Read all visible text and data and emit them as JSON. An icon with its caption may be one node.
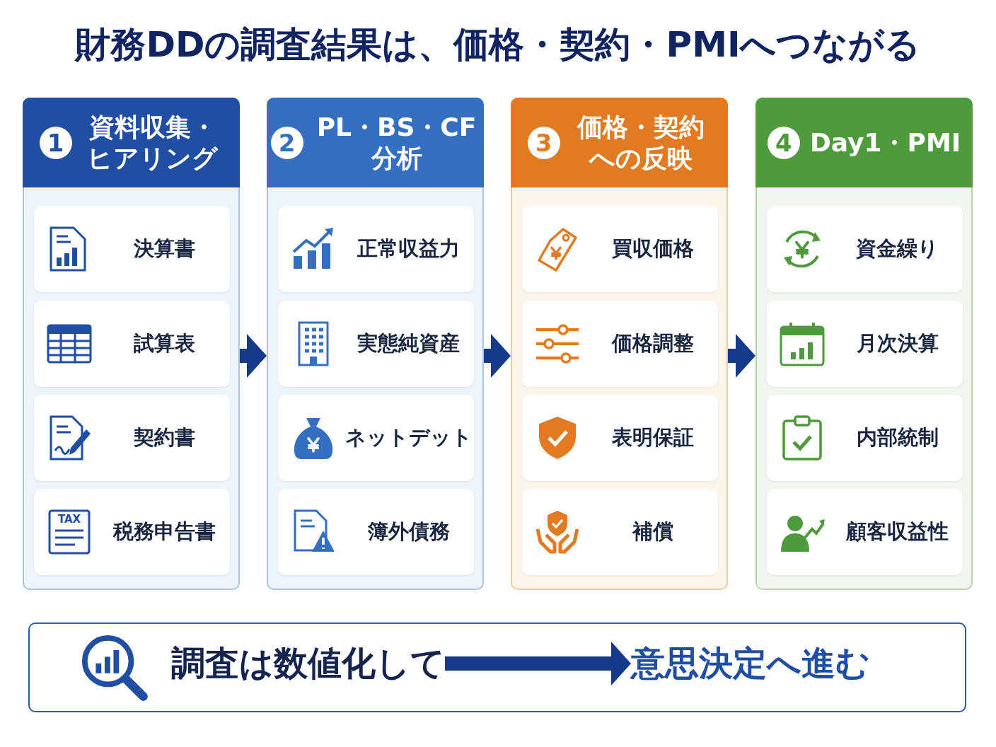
{
  "diagram": {
    "title": "財務DDの調査結果は、価格・契約・PMIへつながる",
    "nodes": [
      {
        "text": [
          "1",
          "資料収集・ヒアリング"
        ]
      },
      {
        "text": [
          "決算書"
        ],
        "in": 0
      },
      {
        "text": [
          "試算表"
        ],
        "in": 0
      },
      {
        "text": [
          "契約書"
        ],
        "in": 0
      },
      {
        "text": [
          "税務申告書"
        ],
        "in": 0
      },
      {
        "text": [
          "2",
          "PL・BS・CF分析"
        ]
      },
      {
        "text": [
          "正常収益力"
        ],
        "in": 5
      },
      {
        "text": [
          "実態純資産"
        ],
        "in": 5
      },
      {
        "text": [
          "ネットデット"
        ],
        "in": 5
      },
      {
        "text": [
          "簿外債務"
        ],
        "in": 5
      },
      {
        "text": [
          "3",
          "価格・契約への反映"
        ]
      },
      {
        "text": [
          "買収価格"
        ],
        "in": 10
      },
      {
        "text": [
          "価格調整"
        ],
        "in": 10
      },
      {
        "text": [
          "表明保証"
        ],
        "in": 10
      },
      {
        "text": [
          "補償"
        ],
        "in": 10
      },
      {
        "text": [
          "4",
          "Day1・PMI"
        ]
      },
      {
        "text": [
          "資金繰り"
        ],
        "in": 15
      },
      {
        "text": [
          "月次決算"
        ],
        "in": 15
      },
      {
        "text": [
          "内部統制"
        ],
        "in": 15
      },
      {
        "text": [
          "顧客収益性"
        ],
        "in": 15
      },
      {
        "text": [],
        "shape": "box"
      },
      {
        "text": [
          "調査は数値化して"
        ],
        "in": 20
      },
      {
        "text": [
          "意思決定へ進む"
        ],
        "in": 20
      }
    ],
    "edges": [
      {
        "from": 0,
        "to": 5,
        "arrow": "to"
      },
      {
        "from": 5,
        "to": 10,
        "arrow": "to"
      },
      {
        "from": 10,
        "to": 15,
        "arrow": "to"
      },
      {
        "from": 21,
        "to": 22,
        "arrow": "to"
      }
    ],
    "labels": [
      "TAX"
    ]
  }
}
